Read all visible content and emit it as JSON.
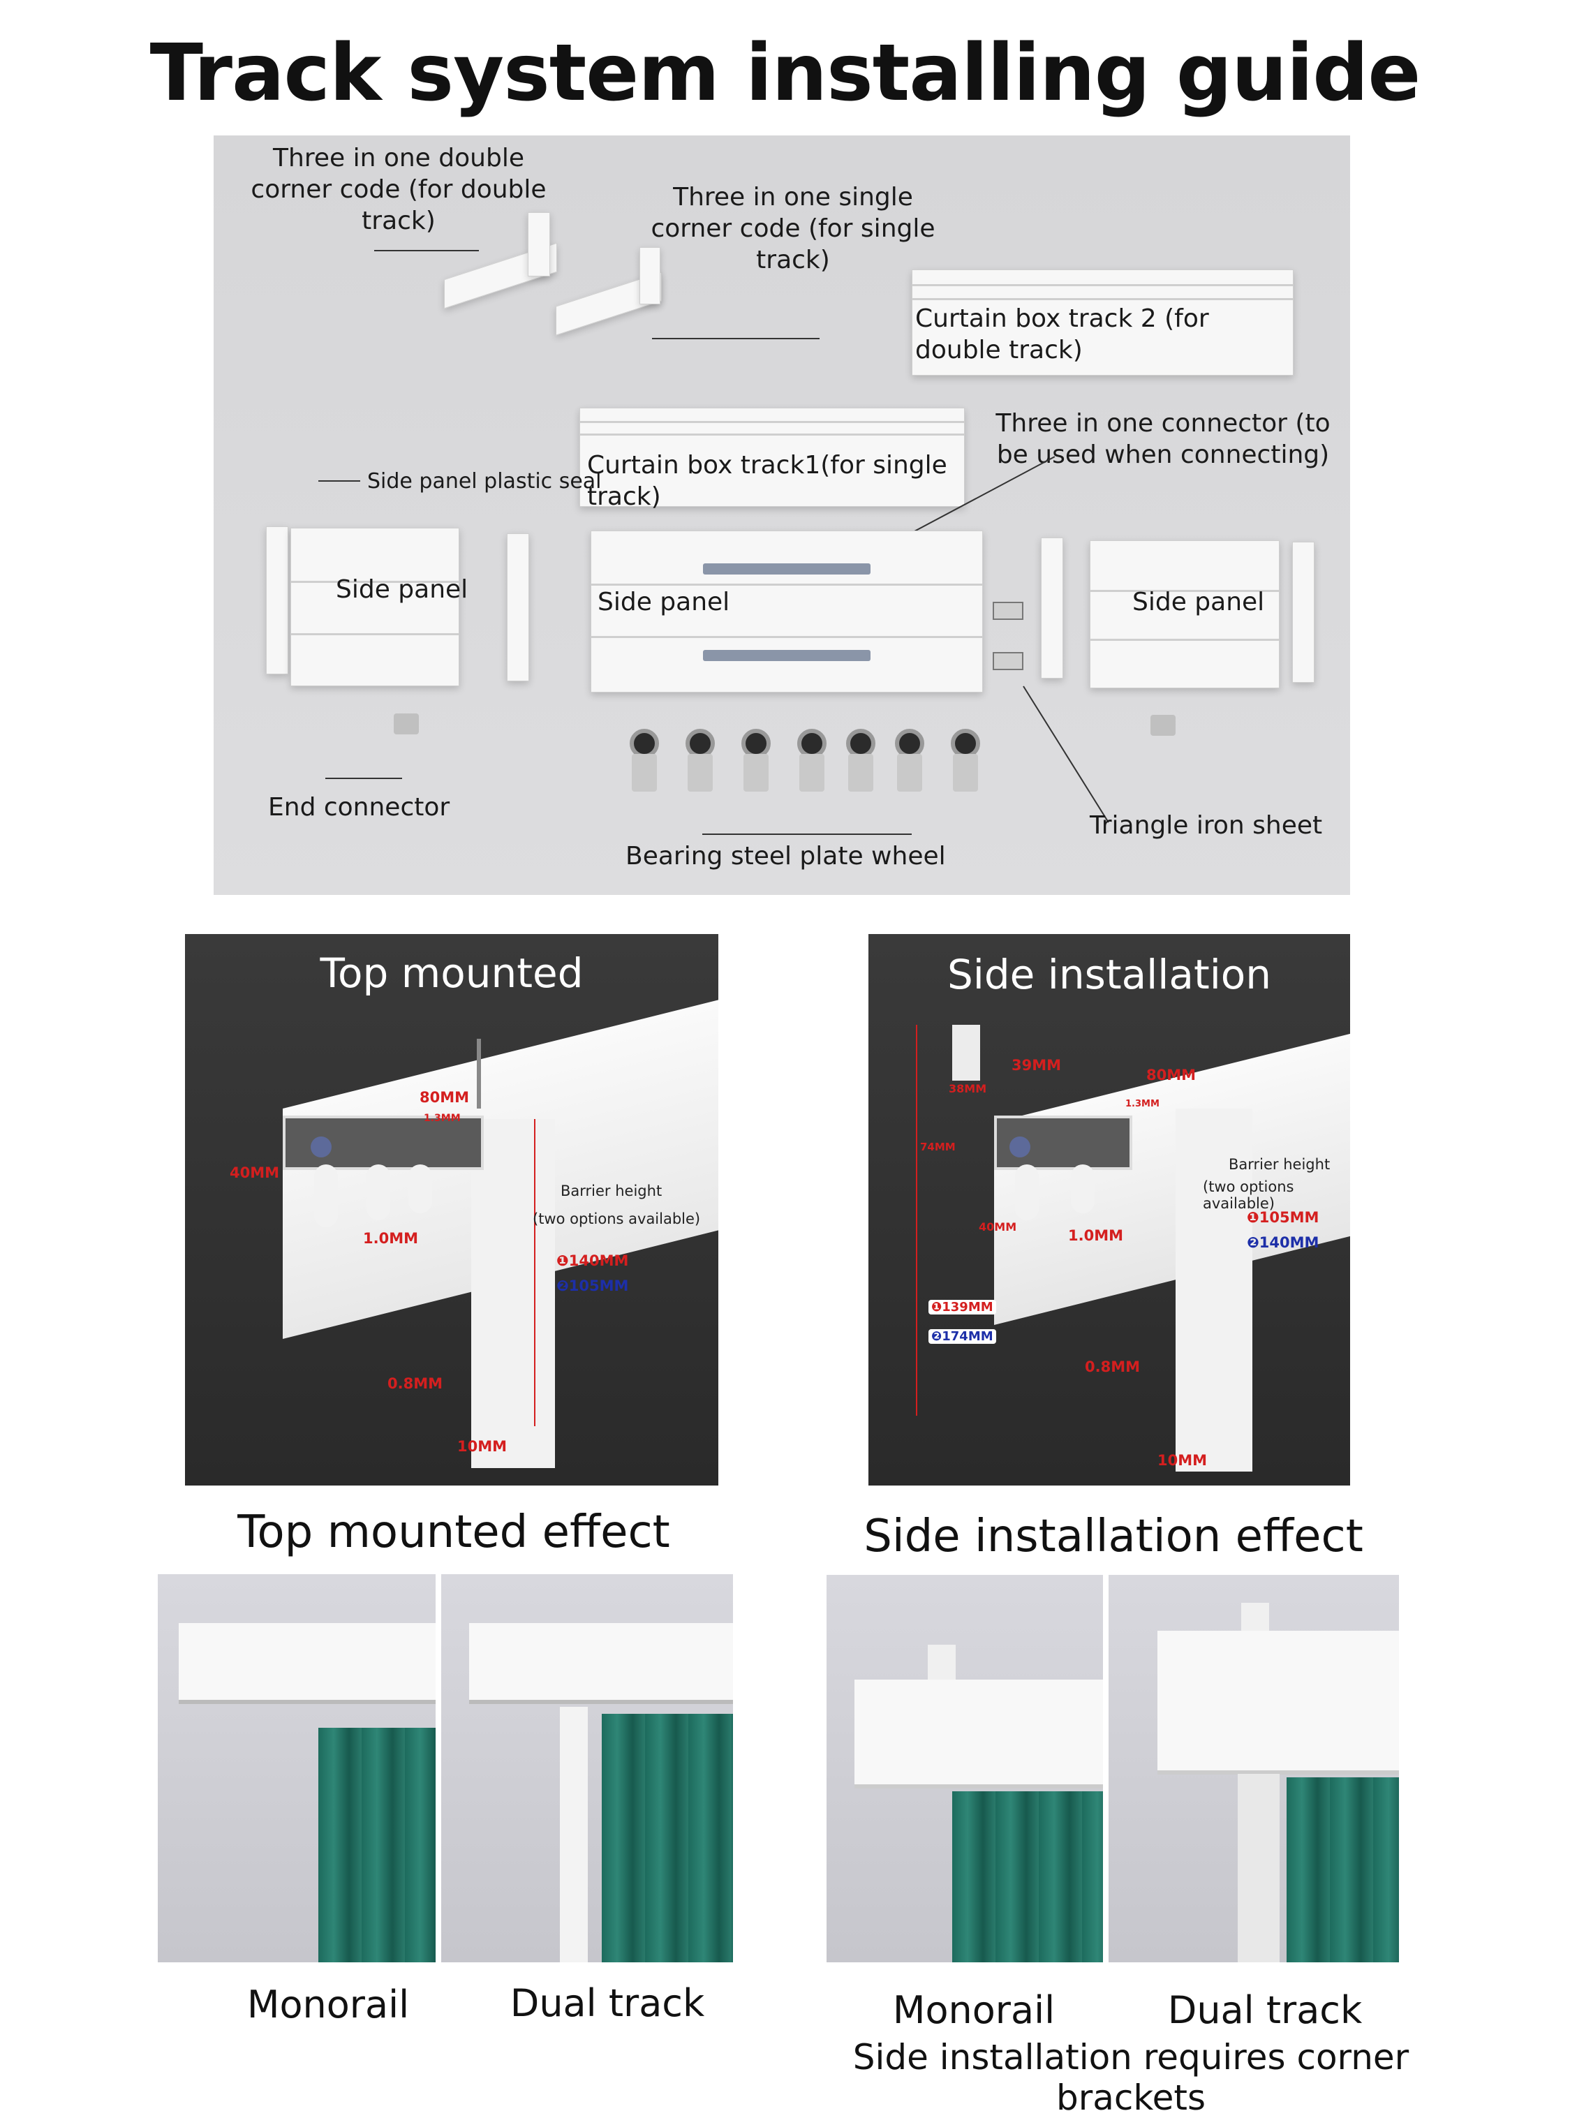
{
  "title": "Track system installing guide",
  "parts": {
    "double_corner": "Three in one double corner code (for double track)",
    "single_corner": "Three in one single corner code (for single track)",
    "track2": "Curtain box track 2 (for double track)",
    "track1": "Curtain box track1(for single track)",
    "connector": "Three in one connector (to be used when connecting)",
    "plastic_seal": "Side panel plastic seal",
    "side_panel_left": "Side panel",
    "side_panel_mid": "Side panel",
    "side_panel_right": "Side panel",
    "end_connector": "End connector",
    "wheel": "Bearing steel plate wheel",
    "triangle": "Triangle iron sheet"
  },
  "top_mounted": {
    "title": "Top mounted",
    "w80": "80MM",
    "t13": "1.3MM",
    "h40": "40MM",
    "t10": "1.0MM",
    "barrier": "Barrier height",
    "options": "(two options available)",
    "opt1": "❶140MM",
    "opt2": "❷105MM",
    "t08": "0.8MM",
    "w10": "10MM"
  },
  "side_install": {
    "title": "Side installation",
    "w39": "39MM",
    "w80": "80MM",
    "h38": "38MM",
    "t13": "1.3MM",
    "h74": "74MM",
    "h40": "40MM",
    "t10": "1.0MM",
    "barrier": "Barrier height",
    "options": "(two options available)",
    "opt1": "❶105MM",
    "opt2": "❷140MM",
    "left1": "❶139MM",
    "left2": "❷174MM",
    "t08": "0.8MM",
    "w10": "10MM"
  },
  "effects": {
    "top_title": "Top mounted effect",
    "side_title": "Side installation effect",
    "top_mono": "Monorail",
    "top_dual": "Dual track",
    "side_mono": "Monorail",
    "side_dual": "Dual track",
    "note": "Side installation requires corner brackets"
  }
}
